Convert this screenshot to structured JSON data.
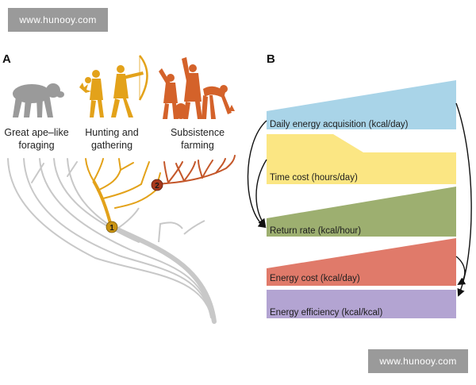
{
  "watermark": {
    "top": "www.hunooy.com",
    "bottom": "www.hunooy.com"
  },
  "panel_a": {
    "letter": "A",
    "groups": [
      {
        "line1": "Great ape–like",
        "line2": "foraging",
        "icon": "ape-icon",
        "color": "#9a9a9a"
      },
      {
        "line1": "Hunting and",
        "line2": "gathering",
        "icon": "hunter-gatherer-icon",
        "color": "#e3a21a"
      },
      {
        "line1": "Subsistence",
        "line2": "farming",
        "icon": "farmer-icon",
        "color": "#d4622a"
      }
    ],
    "markers": [
      {
        "label": "1",
        "color": "#c99312"
      },
      {
        "label": "2",
        "color": "#a8391c"
      }
    ],
    "colors": {
      "ape": "#c8c8c8",
      "hunting": "#e3a21a",
      "farming": "#c4572a"
    }
  },
  "panel_b": {
    "letter": "B",
    "bands": [
      {
        "label": "Daily energy acquisition (kcal/day)",
        "color": "#a9d4e8"
      },
      {
        "label": "Time cost (hours/day)",
        "color": "#fbe683"
      },
      {
        "label": "Return rate (kcal/hour)",
        "color": "#9daf70"
      },
      {
        "label": "Energy cost (kcal/day)",
        "color": "#e07a6a"
      },
      {
        "label": "Energy efficiency (kcal/kcal)",
        "color": "#b3a4d2"
      }
    ]
  }
}
